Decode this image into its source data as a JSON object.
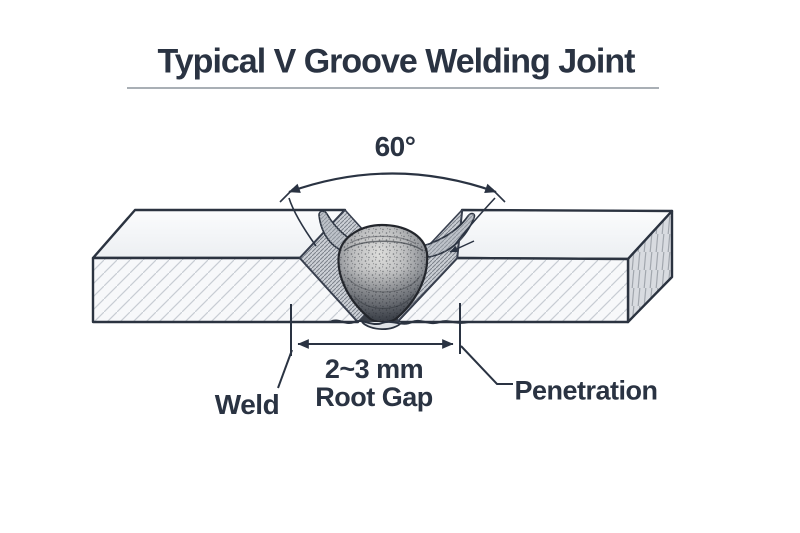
{
  "title": "Typical V Groove Welding Joint",
  "diagram": {
    "angle_label": "60°",
    "root_gap_line1": "2~3 mm",
    "root_gap_line2": "Root Gap",
    "weld_label": "Weld",
    "penetration_label": "Penetration"
  },
  "colors": {
    "ink": "#2a3342",
    "background": "#ffffff",
    "hatch_light": "#c7ccd3",
    "bevel_hatch": "#81878f",
    "divider": "#9aa1a8"
  }
}
